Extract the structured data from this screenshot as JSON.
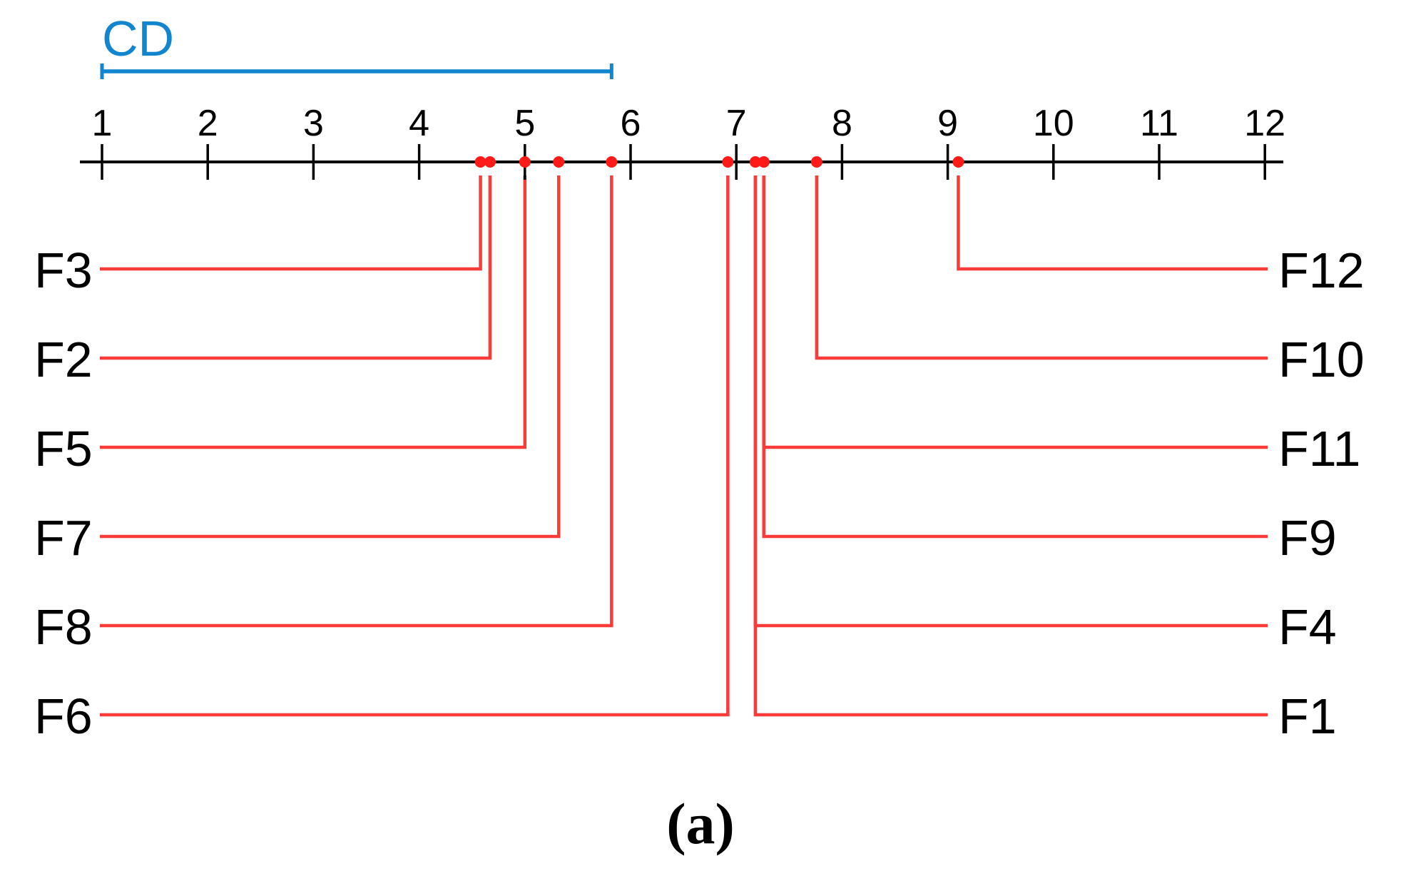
{
  "figure": {
    "caption": "(a)"
  },
  "colors": {
    "cd_blue": "#1186CE",
    "line_red": "#FB3A3A",
    "dot_red": "#FF1A1A",
    "axis_black": "#000000",
    "text_black": "#000000"
  },
  "chart_data": {
    "type": "critical-difference-diagram",
    "title": "",
    "axis": {
      "min": 1,
      "max": 12,
      "tick_labels": [
        "1",
        "2",
        "3",
        "4",
        "5",
        "6",
        "7",
        "8",
        "9",
        "10",
        "11",
        "12"
      ]
    },
    "cd_bar": {
      "label": "CD",
      "from": 1.0,
      "to": 5.82,
      "cd_value": 4.82,
      "position": "top-left"
    },
    "methods": [
      {
        "label": "F3",
        "avg_rank": 4.58,
        "side": "left",
        "row": 0
      },
      {
        "label": "F2",
        "avg_rank": 4.67,
        "side": "left",
        "row": 1
      },
      {
        "label": "F5",
        "avg_rank": 5.0,
        "side": "left",
        "row": 2
      },
      {
        "label": "F7",
        "avg_rank": 5.32,
        "side": "left",
        "row": 3
      },
      {
        "label": "F8",
        "avg_rank": 5.82,
        "side": "left",
        "row": 4
      },
      {
        "label": "F6",
        "avg_rank": 6.92,
        "side": "left",
        "row": 5
      },
      {
        "label": "F12",
        "avg_rank": 9.1,
        "side": "right",
        "row": 0
      },
      {
        "label": "F10",
        "avg_rank": 7.76,
        "side": "right",
        "row": 1
      },
      {
        "label": "F11",
        "avg_rank": 7.26,
        "side": "right",
        "row": 2
      },
      {
        "label": "F9",
        "avg_rank": 7.26,
        "side": "right",
        "row": 3
      },
      {
        "label": "F4",
        "avg_rank": 7.18,
        "side": "right",
        "row": 4
      },
      {
        "label": "F1",
        "avg_rank": 7.18,
        "side": "right",
        "row": 5
      }
    ]
  }
}
